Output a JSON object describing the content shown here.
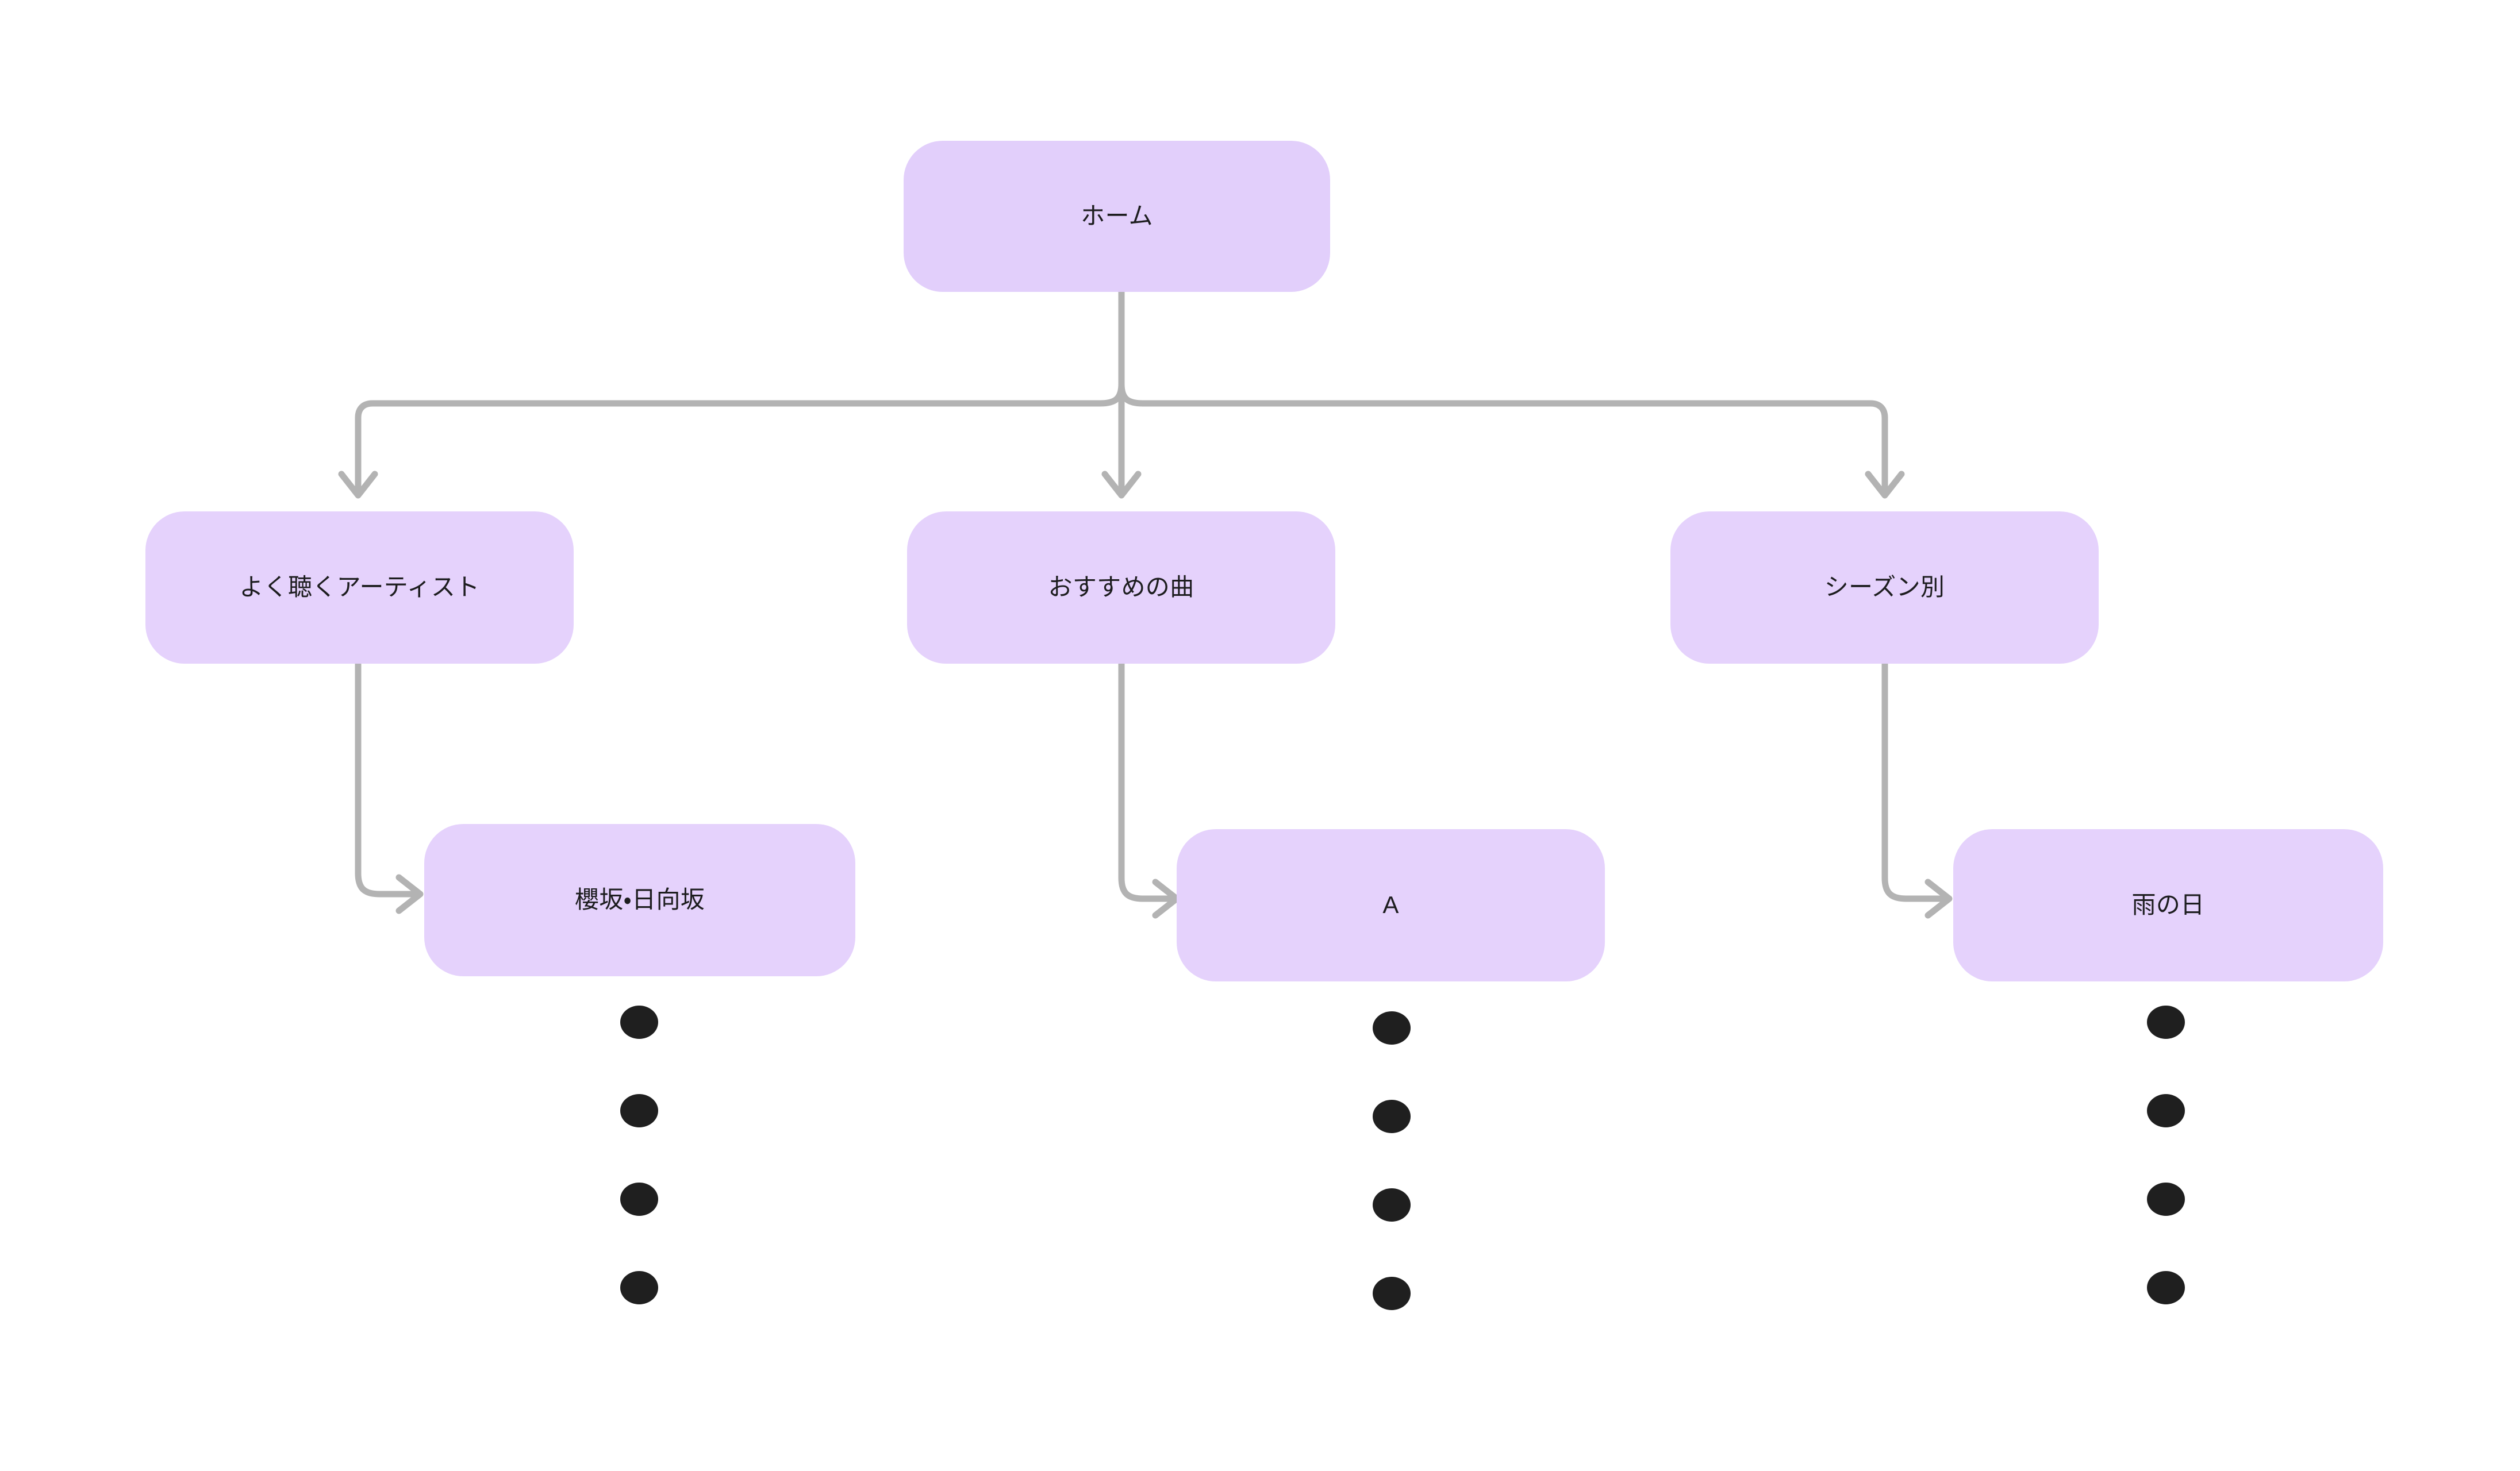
{
  "diagram": {
    "type": "tree",
    "title": "",
    "background_color": "#FFFFFF",
    "node_fill_color": "#E2CFFB",
    "node_text_color": "#1D1D1F",
    "connector_color": "#B3B3B3",
    "dot_color": "#1F1F1F",
    "levels": 3
  },
  "nodes": {
    "root": {
      "id": "home",
      "label": "ホーム",
      "level": 1
    },
    "level2": [
      {
        "id": "frequent-artists",
        "label": "よく聴くアーティスト",
        "level": 2
      },
      {
        "id": "recommended-songs",
        "label": "おすすめの曲",
        "level": 2
      },
      {
        "id": "by-season",
        "label": "シーズン別",
        "level": 2
      }
    ],
    "level3": [
      {
        "id": "sakurazaka-hinatazaka",
        "label": "櫻坂・日向坂",
        "level": 3,
        "parent": "frequent-artists"
      },
      {
        "id": "song-a",
        "label": "A",
        "level": 3,
        "parent": "recommended-songs"
      },
      {
        "id": "rainy-day",
        "label": "雨の日",
        "level": 3,
        "parent": "by-season"
      }
    ]
  },
  "dot_columns": [
    {
      "id": "dots-under-sakurazaka",
      "count": 4,
      "glyph": "●"
    },
    {
      "id": "dots-under-song-a",
      "count": 4,
      "glyph": "●"
    },
    {
      "id": "dots-under-rainy-day",
      "count": 4,
      "glyph": "●"
    }
  ],
  "edges": [
    {
      "from": "home",
      "to": "frequent-artists",
      "style": "elbow-arrow"
    },
    {
      "from": "home",
      "to": "recommended-songs",
      "style": "straight-arrow"
    },
    {
      "from": "home",
      "to": "by-season",
      "style": "elbow-arrow"
    },
    {
      "from": "frequent-artists",
      "to": "sakurazaka-hinatazaka",
      "style": "elbow-arrow-right"
    },
    {
      "from": "recommended-songs",
      "to": "song-a",
      "style": "elbow-arrow-right"
    },
    {
      "from": "by-season",
      "to": "rainy-day",
      "style": "elbow-arrow-right"
    }
  ]
}
